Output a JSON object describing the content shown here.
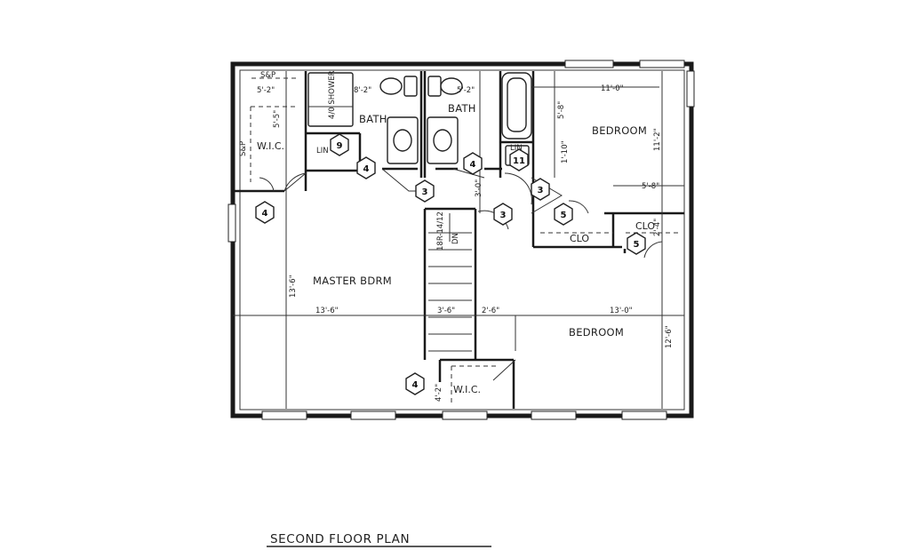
{
  "title": "SECOND FLOOR PLAN",
  "rooms": {
    "master_bedroom": "MASTER BDRM",
    "bedroom_1": "BEDROOM",
    "bedroom_2": "BEDROOM",
    "bath_1": "BATH",
    "bath_2": "BATH",
    "wic_1": "W.I.C.",
    "wic_2": "W.I.C.",
    "closet_1": "CLO",
    "closet_2": "CLO",
    "linen_1": "LIN",
    "linen_2": "LIN",
    "shower": "4/0 SHOWER",
    "shelf_1": "S&P",
    "shelf_2": "S&P",
    "stair_note": "18R-14/12",
    "stair_dn": "DN"
  },
  "dimensions": {
    "d_5_2a": "5'-2\"",
    "d_5_5": "5'-5\"",
    "d_8_2": "8'-2\"",
    "d_5_2b": "5'-2\"",
    "d_11_0": "11'-0\"",
    "d_5_8": "5'-8\"",
    "d_11_2": "11'-2\"",
    "d_1_10": "1'-10\"",
    "d_3_0": "3'-0\"",
    "d_5_8b": "5'-8\"",
    "d_2_4": "2'-4\"",
    "d_13_6v": "13'-6\"",
    "d_13_6h": "13'-6\"",
    "d_3_6": "3'-6\"",
    "d_2_6": "2'-6\"",
    "d_13_0": "13'-0\"",
    "d_12_6": "12'-6\"",
    "d_4_2": "4'-2\""
  },
  "door_tags": [
    "4",
    "9",
    "4",
    "3",
    "4",
    "3",
    "11",
    "3",
    "5",
    "5",
    "4"
  ]
}
